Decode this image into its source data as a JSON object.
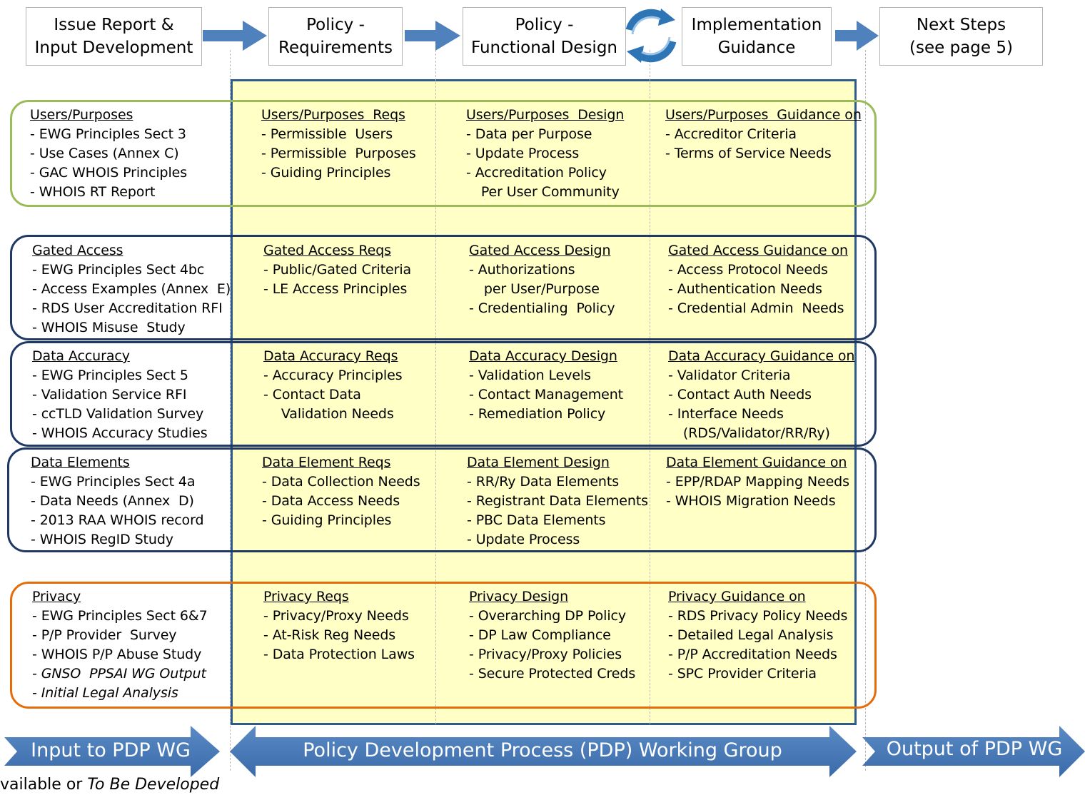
{
  "colors": {
    "pdp_fill": "#ffffc6",
    "pdp_border": "#2f5b8a",
    "group_green": "#9bbb59",
    "group_blue": "#1f3864",
    "group_orange": "#e46c0a",
    "arrow_blue": "#4f81bd",
    "header_border": "#b4b4b4"
  },
  "icons": {
    "cycle": "circular-arrows-icon"
  },
  "stages": [
    {
      "line1": "Issue Report &",
      "line2": "Input Development"
    },
    {
      "line1": "Policy -",
      "line2": "Requirements"
    },
    {
      "line1": "Policy -",
      "line2": "Functional Design"
    },
    {
      "line1": "Implementation",
      "line2": "Guidance"
    },
    {
      "line1": "Next Steps",
      "line2": "(see page 5)"
    }
  ],
  "groups": [
    {
      "name": "users-purposes",
      "columns": [
        {
          "title": "Users/Purposes",
          "items": [
            "- EWG Principles Sect 3",
            "- Use Cases (Annex C)",
            "- GAC WHOIS Principles",
            "- WHOIS RT Report"
          ]
        },
        {
          "title": "Users/Purposes  Reqs",
          "items": [
            "- Permissible  Users",
            "- Permissible  Purposes",
            "- Guiding Principles"
          ]
        },
        {
          "title": "Users/Purposes  Design",
          "items": [
            "- Data per Purpose",
            "- Update Process",
            "- Accreditation Policy",
            "  Per User Community"
          ]
        },
        {
          "title": "Users/Purposes  Guidance on",
          "items": [
            "- Accreditor Criteria",
            "- Terms of Service Needs"
          ]
        }
      ]
    },
    {
      "name": "gated-access",
      "columns": [
        {
          "title": "Gated Access",
          "items": [
            "- EWG Principles Sect 4bc",
            "- Access Examples (Annex  E)",
            "- RDS User Accreditation RFI",
            "- WHOIS Misuse  Study"
          ]
        },
        {
          "title": "Gated Access Reqs",
          "items": [
            "- Public/Gated Criteria",
            "- LE Access Principles"
          ]
        },
        {
          "title": "Gated Access Design",
          "items": [
            "- Authorizations",
            "  per User/Purpose",
            "- Credentialing  Policy"
          ]
        },
        {
          "title": "Gated Access Guidance on",
          "items": [
            "- Access Protocol Needs",
            "- Authentication Needs",
            "- Credential Admin  Needs"
          ]
        }
      ]
    },
    {
      "name": "data-accuracy",
      "columns": [
        {
          "title": "Data Accuracy",
          "items": [
            "- EWG Principles Sect 5",
            "- Validation Service RFI",
            "- ccTLD Validation Survey",
            "- WHOIS Accuracy Studies"
          ]
        },
        {
          "title": "Data Accuracy Reqs",
          "items": [
            "- Accuracy Principles",
            "- Contact Data",
            "  Validation Needs"
          ]
        },
        {
          "title": "Data Accuracy Design",
          "items": [
            "- Validation Levels",
            "- Contact Management",
            "- Remediation Policy"
          ]
        },
        {
          "title": "Data Accuracy Guidance on",
          "items": [
            "- Validator Criteria",
            "- Contact Auth Needs",
            "- Interface Needs",
            "  (RDS/Validator/RR/Ry)"
          ]
        }
      ]
    },
    {
      "name": "data-elements",
      "columns": [
        {
          "title": "Data Elements",
          "items": [
            "- EWG Principles Sect 4a",
            "- Data Needs (Annex  D)",
            "- 2013 RAA WHOIS record",
            "- WHOIS RegID Study"
          ]
        },
        {
          "title": "Data Element Reqs",
          "items": [
            "- Data Collection Needs",
            "- Data Access Needs",
            "- Guiding Principles"
          ]
        },
        {
          "title": "Data Element Design",
          "items": [
            "- RR/Ry Data Elements",
            "- Registrant Data Elements",
            "- PBC Data Elements",
            "- Update Process"
          ]
        },
        {
          "title": "Data Element Guidance on",
          "items": [
            "- EPP/RDAP Mapping Needs",
            "- WHOIS Migration Needs"
          ]
        }
      ]
    },
    {
      "name": "privacy",
      "columns": [
        {
          "title": "Privacy",
          "items": [
            "- EWG Principles Sect 6&7",
            "- P/P Provider  Survey",
            "- WHOIS P/P Abuse Study"
          ],
          "italic_items": [
            "- GNSO  PPSAI WG Output",
            "- Initial Legal Analysis"
          ]
        },
        {
          "title": "Privacy Reqs",
          "items": [
            "- Privacy/Proxy Needs",
            "- At-Risk Reg Needs",
            "- Data Protection Laws"
          ]
        },
        {
          "title": "Privacy Design",
          "items": [
            "- Overarching DP Policy",
            "- DP Law Compliance",
            "- Privacy/Proxy Policies",
            "- Secure Protected Creds"
          ]
        },
        {
          "title": "Privacy Guidance on",
          "items": [
            "- RDS Privacy Policy Needs",
            "- Detailed Legal Analysis",
            "- P/P Accreditation Needs",
            "- SPC Provider Criteria"
          ]
        }
      ]
    }
  ],
  "bottom_arrows": {
    "input": "Input to PDP WG",
    "process": "Policy Development Process (PDP) Working Group",
    "output": "Output of PDP WG"
  },
  "legend": {
    "normal": "vailable or ",
    "italic": "To Be Developed"
  }
}
